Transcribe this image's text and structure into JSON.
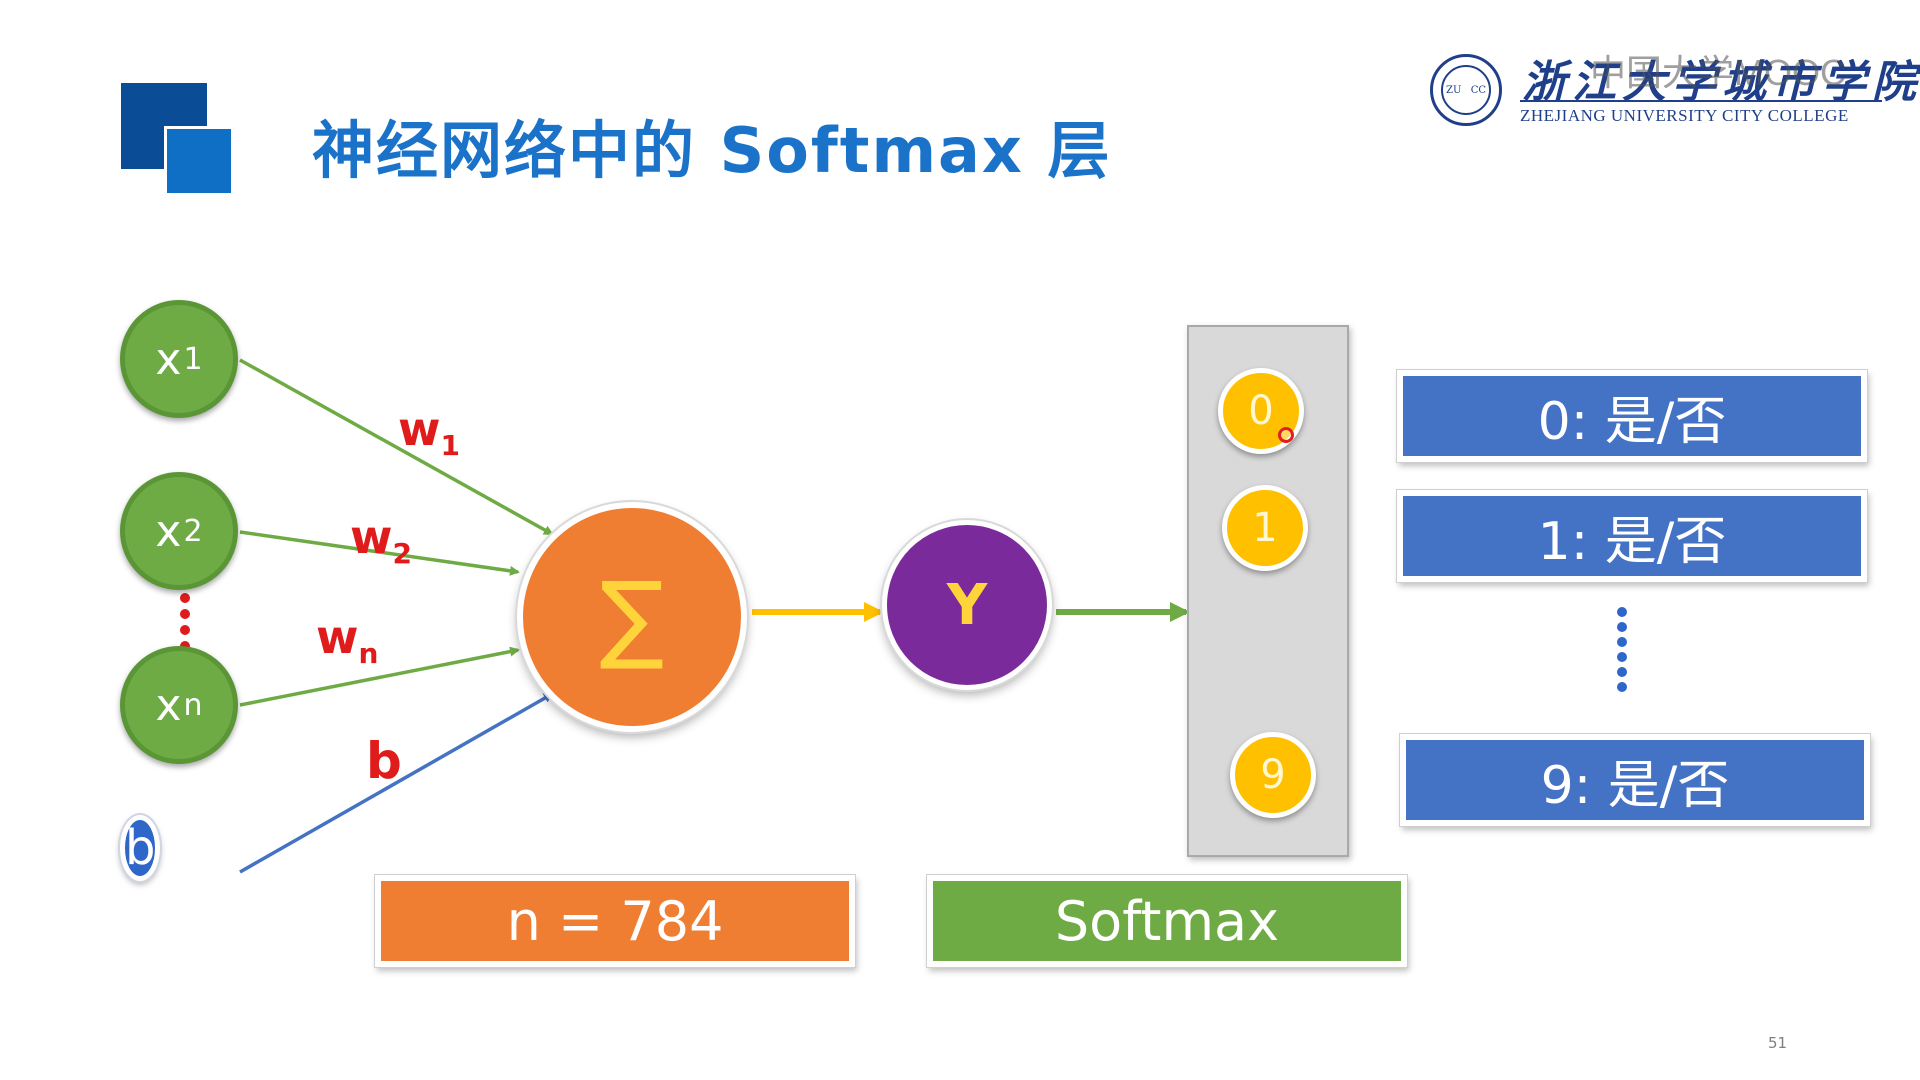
{
  "slide": {
    "title": "神经网络中的 Softmax 层",
    "page_number": "51"
  },
  "logo": {
    "name_cn": "浙江大学城市学院",
    "name_en": "ZHEJIANG UNIVERSITY CITY COLLEGE",
    "seal_left": "ZU",
    "seal_right": "CC"
  },
  "watermark": {
    "text": "中国大学MOOC"
  },
  "inputs": [
    {
      "base": "x",
      "sub": "1"
    },
    {
      "base": "x",
      "sub": "2"
    },
    {
      "base": "x",
      "sub": "n"
    }
  ],
  "bias_node": "b",
  "weights": [
    {
      "base": "w",
      "sub": "1"
    },
    {
      "base": "w",
      "sub": "2"
    },
    {
      "base": "w",
      "sub": "n"
    }
  ],
  "bias_label": "b",
  "sum_symbol": "∑",
  "y_label": "Y",
  "outputs": [
    "0",
    "1",
    "9"
  ],
  "classes": [
    "0: 是/否",
    "1: 是/否",
    "9: 是/否"
  ],
  "n_label": "n = 784",
  "softmax_label": "Softmax",
  "colors": {
    "title": "#1a73c9",
    "input_node": "#6fab45",
    "bias_node": "#2f66c9",
    "sum_node": "#ef7e33",
    "y_node": "#7a2a9a",
    "output_node": "#ffc000",
    "class_box": "#4472c4",
    "weight_label": "#e01b1b",
    "dots": "#c00000"
  }
}
